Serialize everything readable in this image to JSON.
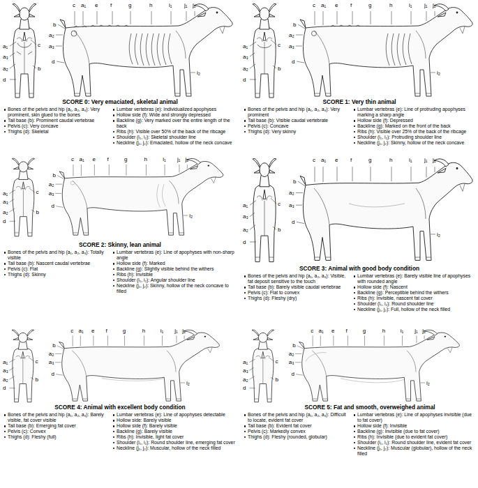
{
  "diagram": {
    "labels": [
      "a₁",
      "a₃",
      "a₂",
      "d",
      "c",
      "b",
      "c",
      "a₁",
      "e",
      "f",
      "g",
      "h",
      "i₁",
      "j₁",
      "j₂",
      "b",
      "a₂",
      "a₃",
      "d",
      "i₂",
      "SCORE 0: Very emaciated, skeletal animal",
      "Bones of the pelvis and hip (a₁, a₂, a₃): Very prominent, skin glued to the bones",
      "Tail base (b): Prominent caudal vertebrae",
      "Pelvis (c): Very concave",
      "Thighs (d): Skeletal",
      "Lumbar vertebras (e): Individualized apophyses",
      "Hollow side (f): Wide and strongly depressed",
      "Backline (g): Very marked over the entire length of the back",
      "Ribs (h): Visible over 50% of the back of the ribcage",
      "Shoulder (i₁, i₂): Skeletal shoulder line",
      "Neckline (j₁, j₂): Emaciated, hollow of the neck concave",
      "a₁",
      "a₃",
      "a₂",
      "d",
      "c",
      "b",
      "c",
      "a₁",
      "e",
      "f",
      "g",
      "h",
      "i₁",
      "j₁",
      "j₂",
      "b",
      "a₂",
      "a₃",
      "d",
      "i₂",
      "SCORE 1: Very thin animal",
      "Bones of the pelvis and hip (a₁, a₂, a₃): Very prominent",
      "Tail base (b): Visible caudal vertebrate",
      "Pelvis (c): Concave",
      "Thighs (d): Very skinny",
      "Lumbar vertebras (e): Line of protruding apophyses marking a sharp angle",
      "Hollow side (f): Depressed",
      "Backline (g): Marked on the front of the back",
      "Ribs (h): Visible over 25% of the back of the ribcage",
      "Shoulder (i₁, i₂): Protruding shoulder line",
      "Neckline (j₁, j₂): Skinny, hollow of the neck concave",
      "a₁",
      "a₃",
      "a₂",
      "d",
      "c",
      "b",
      "c",
      "a₁",
      "e",
      "f",
      "g",
      "h",
      "i₁",
      "j₁",
      "j₂",
      "b",
      "a₂",
      "a₃",
      "d",
      "i₂",
      "SCORE 2: Skinny, lean animal",
      "Bones of the pelvis and hip (a₁, a₂, a₃): Totally visible",
      "Tail base (b): Nascent caudal vertebrae",
      "Pelvis (c): Flat",
      "Thighs (d): Skinny",
      "Lumbar vertebras (e): Line of apophyses with non-sharp angle",
      "Hollow side (f): Marked",
      "Backline (g): Slightly visible behind the withers",
      "Ribs (h): Invisible",
      "Shoulder (i₁, i₂): Angular shoulder line",
      "Neckline (j₁, j₂): Skinny, hollow of the neck concave to filled",
      "a₁",
      "a₃",
      "a₂",
      "d",
      "c",
      "b",
      "c",
      "a₁",
      "e",
      "f",
      "g",
      "h",
      "i₁",
      "j₁",
      "j₂",
      "b",
      "a₂",
      "a₃",
      "d",
      "i₂",
      "SCORE 3: Animal with good body condition",
      "Bones of the pelvis and hip (a₁, a₂, a₃): Visible, fat deposit sensitive to the touch",
      "Tail base (b): Barely visible caudal vertebrae",
      "Pelvis (c): Flat to convex",
      "Thighs (d): Fleshy (dry)",
      "Lumbar vertebras (e): Barely visible line of apophyses with rounded angle",
      "Hollow side (f): Nascent",
      "Backline (g): Perceptible behind the withers",
      "Ribs (h): Invisible, nascent fat cover",
      "Shoulder (i₁, i₂): Round shoulder line",
      "Neckline (j₁, j₂): Full, hollow of the neck filled",
      "a₁",
      "a₃",
      "a₂",
      "d",
      "c",
      "b",
      "c",
      "a₁",
      "e",
      "f",
      "g",
      "h",
      "i₁",
      "j₁",
      "j₂",
      "b",
      "a₂",
      "a₃",
      "d",
      "i₂",
      "SCORE 4: Animal with excellent body condition",
      "Bones of the pelvis and hip (a₁, a₂, a₃): Barely visible, fat cover visible",
      "Tail base (b): Emerging fat cover",
      "Pelvis (c): Convex",
      "Thighs (d): Fleshy (full)",
      "Lumbar vertebras (e): Line of apophyses detectable",
      "Hollow side: Barely visible",
      "Hollow side (f): Barely visible",
      "Backline (g): Barely visible",
      "Ribs (h): Invisible, light fat cover",
      "Shoulder (i₁, i₂): Round shoulder line, emerging fat cover",
      "Neckline (j₁, j₂): Muscular, hollow of the neck filled",
      "a₁",
      "a₃",
      "a₂",
      "d",
      "c",
      "b",
      "c",
      "a₁",
      "e",
      "f",
      "g",
      "h",
      "i₁",
      "j₁",
      "j₂",
      "b",
      "a₂",
      "a₃",
      "d",
      "i₂",
      "SCORE 5: Fat and smooth, overweighed animal",
      "Bones of the pelvis and hip (a₁, a₂, a₃): Difficult to locate, evident fat cover",
      "Tail base (b): Evident fat cover",
      "Pelvis (c): Markedly convex",
      "Thighs (d): Fleshy (rounded, globular)",
      "Lumbar vertebras (e): Line of apophyses invisible (due to fat cover)",
      "Hollow side (f): Invisible",
      "Backline (g): Invisible (due to fat cover)",
      "Ribs (h): Invisible (due to evident fat cover)",
      "Shoulder (i₁, i₂): Round shoulder line, evident fat cover",
      "Neckline (j₁, j₂): Muscular (globular), hollow of the neck filled"
    ]
  }
}
